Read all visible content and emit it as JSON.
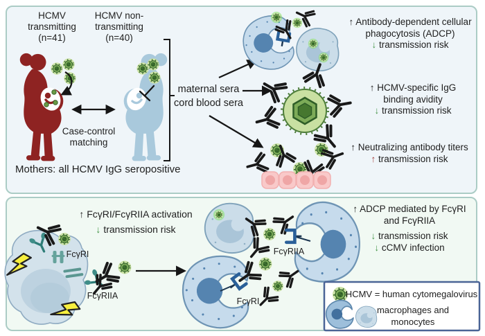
{
  "figure": {
    "top_panel": {
      "group_transmitting": {
        "line1": "HCMV",
        "line2": "transmitting",
        "line3": "(n=41)"
      },
      "group_nontransmitting": {
        "line1": "HCMV non-",
        "line2": "transmitting",
        "line3": "(n=40)"
      },
      "matching": {
        "line1": "Case-control",
        "line2": "matching"
      },
      "mothers_note": "Mothers: all HCMV IgG seropositive",
      "sera": {
        "line1": "maternal sera",
        "line2": "cord blood sera"
      },
      "result_adcp": {
        "line1": "↑ Antibody-dependent cellular",
        "line2": "phagocytosis (ADCP)",
        "risk_arrow": "↓",
        "risk_text": "transmission risk"
      },
      "result_avidity": {
        "line1": "↑ HCMV-specific IgG",
        "line2": "binding avidity",
        "risk_arrow": "↓",
        "risk_text": "transmission risk"
      },
      "result_neutralizing": {
        "line1": "↑ Neutralizing antibody titers",
        "risk_arrow": "↑",
        "risk_text": "transmission risk"
      }
    },
    "bottom_panel": {
      "activation": {
        "line1": "↑ FcγRI/FcγRIIA activation",
        "risk_arrow": "↓",
        "risk_text": "transmission risk"
      },
      "receptors": {
        "fcgri_left": "FcγRI",
        "fcgriia_left": "FcγRIIA",
        "fcgriia_right": "FcγRIIA",
        "fcgri_right": "FcγRI"
      },
      "result_adcp_fcgr": {
        "line1": "↑ ADCP mediated by FcγRI",
        "line2": "and FcγRIIA",
        "risk1_arrow": "↓",
        "risk1_text": "transmission risk",
        "risk2_arrow": "↓",
        "risk2_text": "cCMV infection"
      },
      "legend": {
        "hcmv": "HCMV = human cytomegalovirus",
        "cells_line1": "macrophages and",
        "cells_line2": "monocytes"
      }
    },
    "colors": {
      "transmitting_mother": "#8e2322",
      "nontransmitting_mother": "#a9c9dc",
      "virus_green": "#6b9c46",
      "decrease_green": "#3f9142",
      "increase_red": "#a63f3b",
      "panel_border": "#abccc5",
      "legend_border": "#4a6496",
      "cell_blue": "#c6dbec"
    }
  }
}
